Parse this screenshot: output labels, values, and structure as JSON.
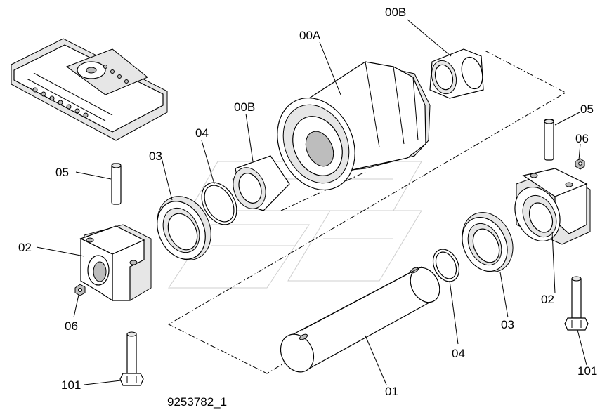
{
  "drawing_number": "9253782_1",
  "labels": {
    "p00A": "00A",
    "p00B_top": "00B",
    "p00B_mid": "00B",
    "p05_right": "05",
    "p06_right": "06",
    "p04_left": "04",
    "p03_left": "03",
    "p05_left": "05",
    "p02_left": "02",
    "p06_left": "06",
    "p101_left": "101",
    "p04_right": "04",
    "p03_right": "03",
    "p02_right": "02",
    "p101_right": "101",
    "p01": "01"
  }
}
